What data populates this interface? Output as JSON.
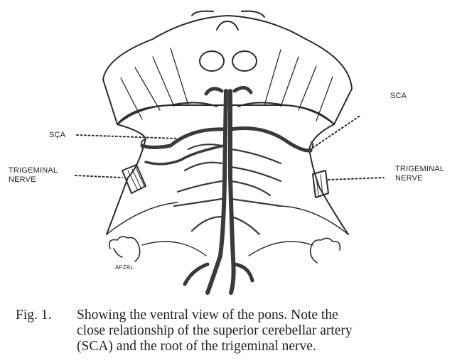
{
  "figure": {
    "labels": {
      "sca_left": "SÇA",
      "sca_right": "SCA",
      "trigeminal_left": [
        "TRIGEMINAL",
        "NERVE"
      ],
      "trigeminal_right": [
        "TRIGEMINAL",
        "NERVE"
      ]
    },
    "signature": "AFZAL"
  },
  "caption": {
    "number": "Fig. 1.",
    "lines": [
      "Showing the ventral view of the pons. Note the",
      "close relationship of the superior cerebellar artery",
      "(SCA) and the root of the trigeminal nerve."
    ]
  }
}
